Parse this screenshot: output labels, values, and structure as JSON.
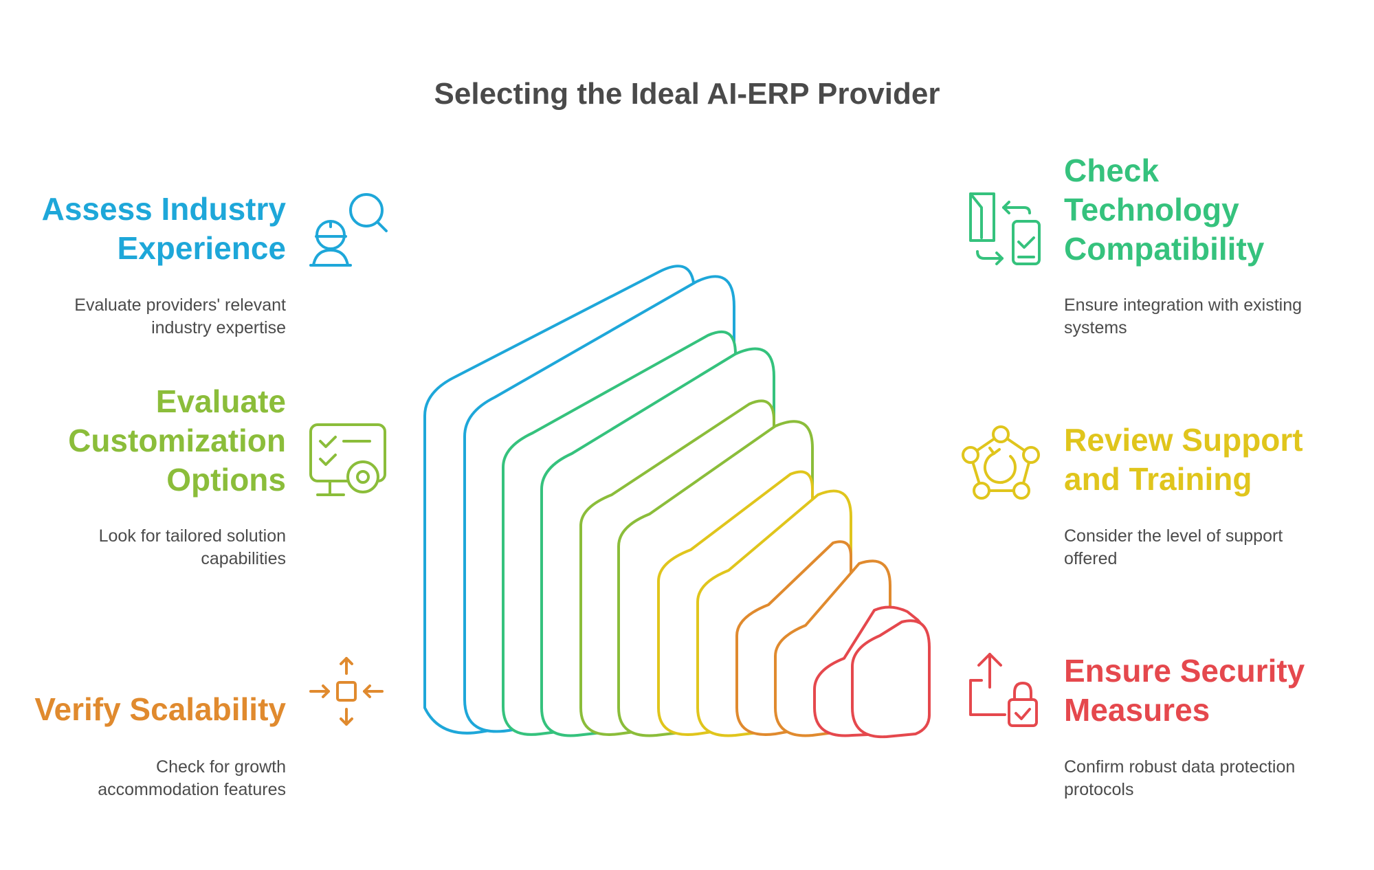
{
  "title": "Selecting the Ideal AI-ERP Provider",
  "items": [
    {
      "id": "assess",
      "title_lines": [
        "Assess Industry",
        "Experience"
      ],
      "desc_lines": [
        "Evaluate providers' relevant",
        "industry expertise"
      ],
      "icon": "engineer-search-icon",
      "color": "#1ea7d9"
    },
    {
      "id": "customization",
      "title_lines": [
        "Evaluate",
        "Customization",
        "Options"
      ],
      "desc_lines": [
        "Look for tailored solution",
        "capabilities"
      ],
      "icon": "checklist-gear-icon",
      "color": "#8bbd3a"
    },
    {
      "id": "scalability",
      "title_lines": [
        "Verify Scalability"
      ],
      "desc_lines": [
        "Check for growth",
        "accommodation features"
      ],
      "icon": "expand-arrows-icon",
      "color": "#e08a2e"
    },
    {
      "id": "technology",
      "title_lines": [
        "Check",
        "Technology",
        "Compatibility"
      ],
      "desc_lines": [
        "Ensure integration with existing",
        "systems"
      ],
      "icon": "device-sync-icon",
      "color": "#35c27d"
    },
    {
      "id": "support",
      "title_lines": [
        "Review Support",
        "and Training"
      ],
      "desc_lines": [
        "Consider the level of support",
        "offered"
      ],
      "icon": "support-network-icon",
      "color": "#e0c51c"
    },
    {
      "id": "security",
      "title_lines": [
        "Ensure Security",
        "Measures"
      ],
      "desc_lines": [
        "Confirm robust data protection",
        "protocols"
      ],
      "icon": "upload-lock-icon",
      "color": "#e5484d"
    }
  ]
}
